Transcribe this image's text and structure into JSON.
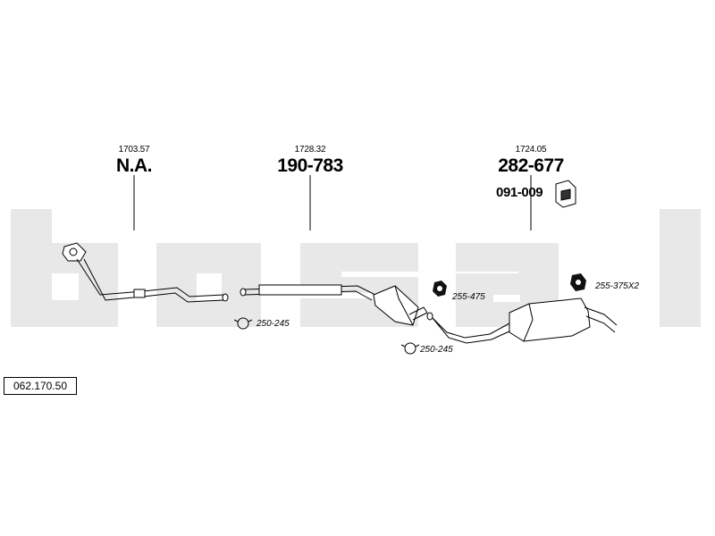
{
  "brand_watermark": "bosal",
  "diagram_code": "062.170.50",
  "sections": [
    {
      "ref_number": "1703.57",
      "part_number": "N.A."
    },
    {
      "ref_number": "1728.32",
      "part_number": "190-783"
    },
    {
      "ref_number": "1724.05",
      "part_number": "282-677",
      "bracket_part": "091-009"
    }
  ],
  "accessories": {
    "clamp_1": "250-245",
    "clamp_2": "250-245",
    "rubber_mount_1": "255-475",
    "rubber_mount_2": "255-375X2"
  }
}
